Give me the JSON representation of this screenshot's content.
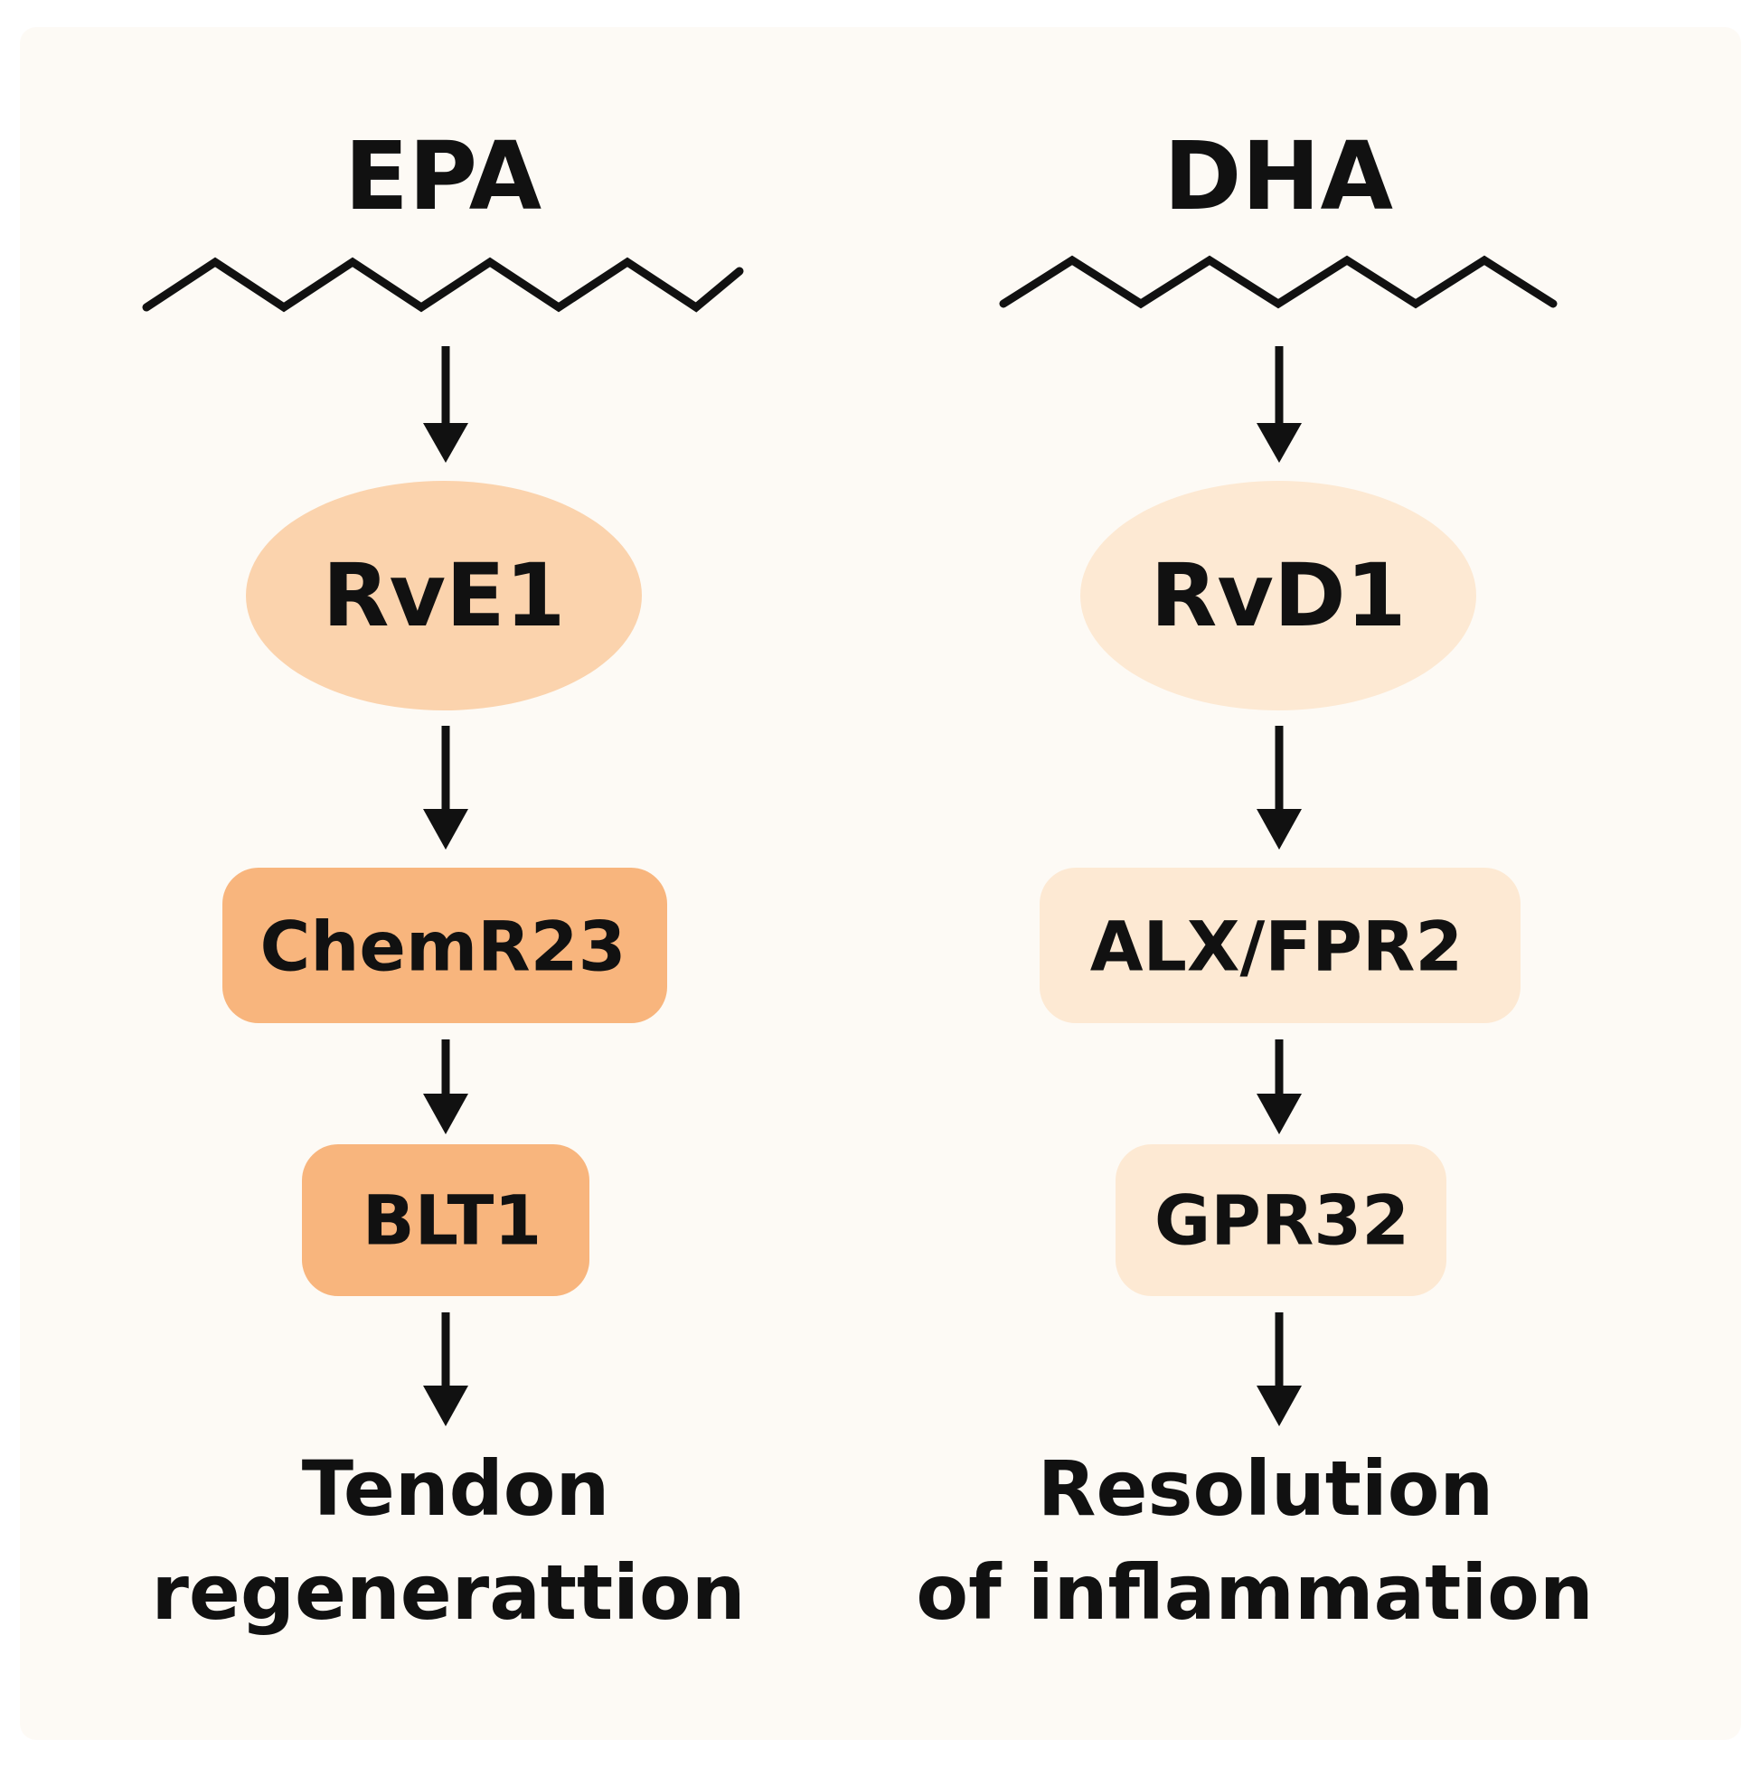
{
  "pathways": [
    {
      "acid": "EPA",
      "mediator": "RvE1",
      "receptors": [
        "ChemR23",
        "BLT1"
      ],
      "outcome": [
        "Tendon",
        "regenerattion"
      ]
    },
    {
      "acid": "DHA",
      "mediator": "RvD1",
      "receptors": [
        "ALX/FPR2",
        "GPR32"
      ],
      "outcome": [
        "Resolution",
        "of inflammation"
      ]
    }
  ],
  "colors": {
    "background": "#fdfaf5",
    "epa_mediator": "#fbd3ad",
    "epa_receptor": "#f8b57d",
    "dha_mediator": "#fde9d3",
    "dha_receptor": "#fde9d3",
    "ink": "#111111"
  }
}
